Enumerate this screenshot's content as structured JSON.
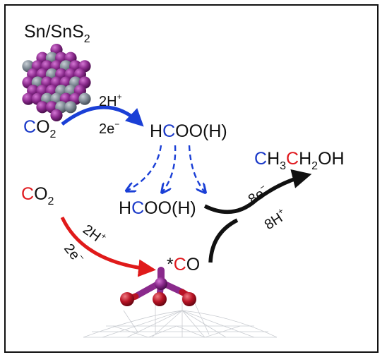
{
  "colors": {
    "blue_carbon": "#1a39c8",
    "red_carbon": "#e0191e",
    "black": "#111111",
    "arrow_blue": "#1a3fd6",
    "arrow_red": "#e01a1a",
    "sn_purple": "#8a2a8c",
    "s_gray": "#7f8a95",
    "cu_red": "#b81425",
    "mesh_gray": "#c9ccd1"
  },
  "labels": {
    "catalyst_main": "Sn/SnS",
    "catalyst_sub": "2",
    "co2_top_c": "C",
    "co2_top_o": "O",
    "co2_top_sub": "2",
    "blue_arrow_top": "2H",
    "blue_arrow_top_sup": "+",
    "blue_arrow_bottom": "2e",
    "blue_arrow_bottom_sup": "−",
    "hcooh_top_h": "H",
    "hcooh_top_c": "C",
    "hcooh_top_rest": "OO(H)",
    "hcooh_mid_h": "H",
    "hcooh_mid_c": "C",
    "hcooh_mid_rest": "OO(H)",
    "ethanol_c1": "C",
    "ethanol_h3": "H",
    "ethanol_sub3": "3",
    "ethanol_c2": "C",
    "ethanol_h2": "H",
    "ethanol_sub2": "2",
    "ethanol_oh": "OH",
    "co2_bottom_c": "C",
    "co2_bottom_o": "O",
    "co2_bottom_sub": "2",
    "red_arrow_top": "2H",
    "red_arrow_top_sup": "+",
    "red_arrow_bottom": "2e",
    "red_arrow_bottom_sup": "−",
    "co_star": "*",
    "co_c": "C",
    "co_o": "O",
    "black_arrow_top": "8e",
    "black_arrow_top_sup": "−",
    "black_arrow_bottom": "8H",
    "black_arrow_bottom_sup": "+"
  }
}
